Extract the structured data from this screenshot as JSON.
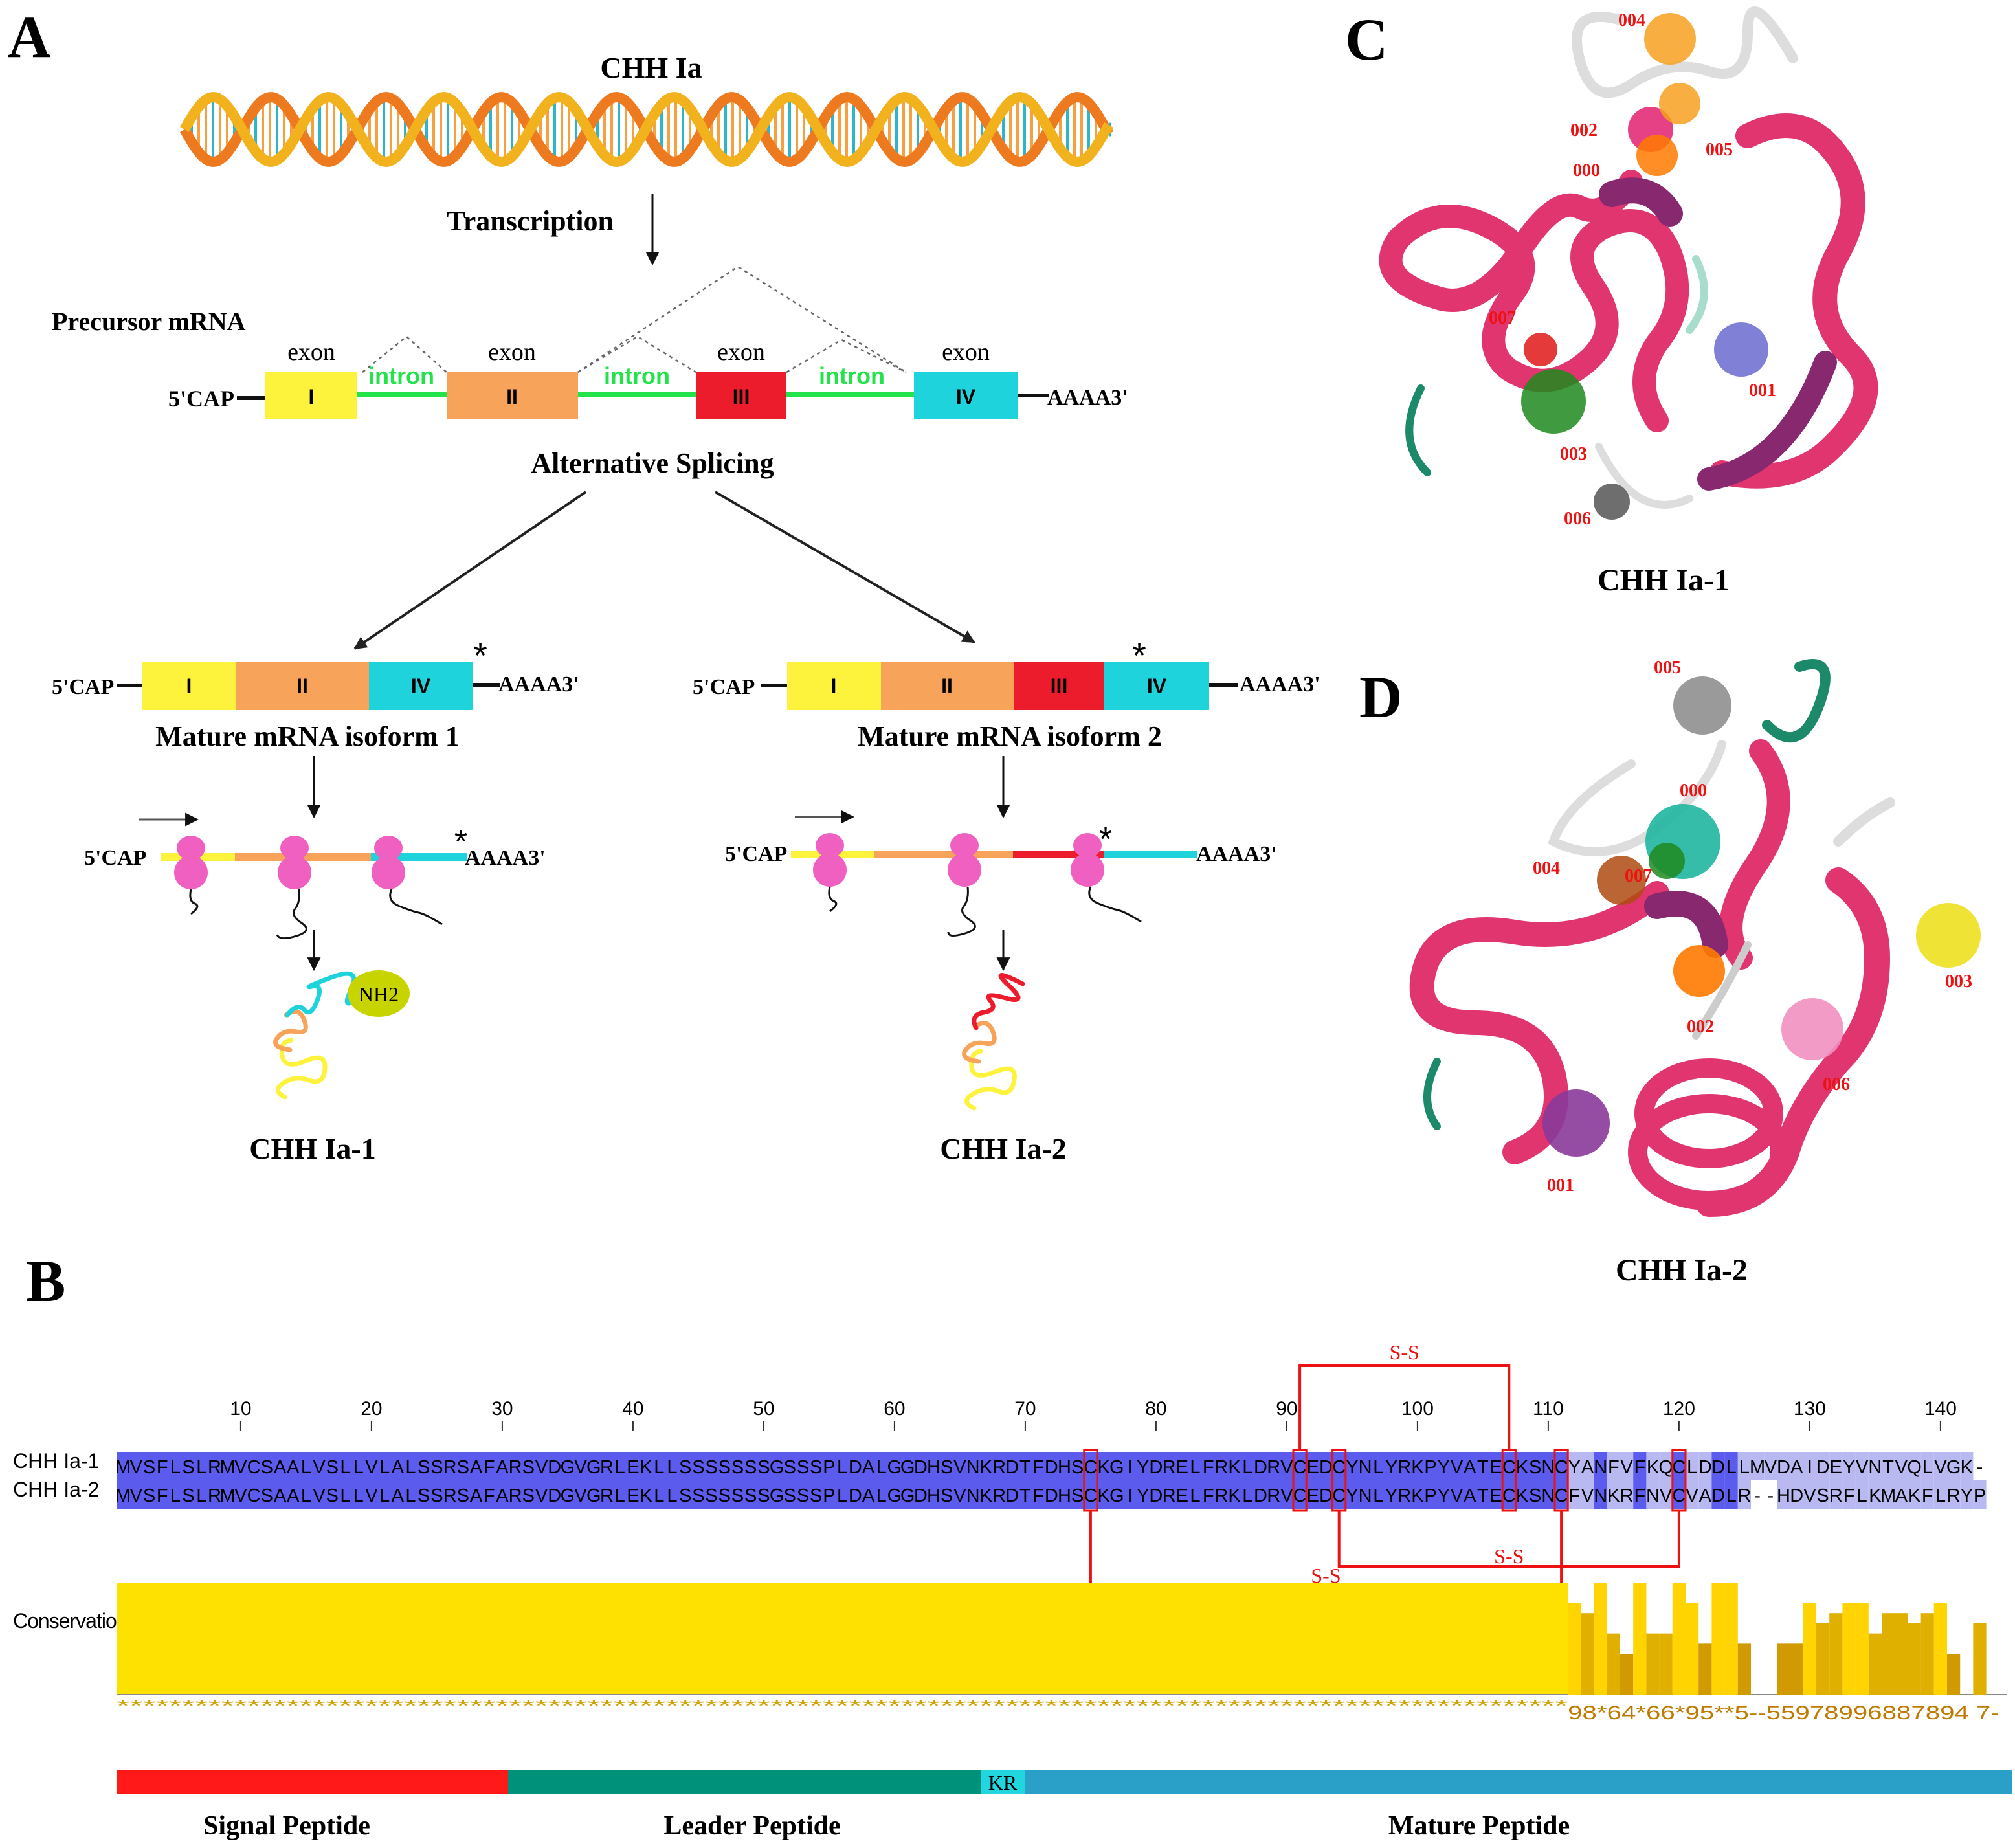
{
  "panel_labels": {
    "a": "A",
    "b": "B",
    "c": "C",
    "d": "D"
  },
  "panel_a": {
    "gene_title": "CHH Ia",
    "transcription_label": "Transcription",
    "precursor_label": "Precursor mRNA",
    "five_cap": "5'CAP",
    "polya": "AAAA3'",
    "exon_word": "exon",
    "intron_word": "intron",
    "exons": [
      "I",
      "II",
      "III",
      "IV"
    ],
    "splicing_label": "Alternative Splicing",
    "isoform1_label": "Mature mRNA isoform 1",
    "isoform2_label": "Mature mRNA isoform 2",
    "stop_mark": "*",
    "nh2_label": "NH2",
    "protein1_label": "CHH Ia-1",
    "protein2_label": "CHH Ia-2",
    "colors": {
      "exon_I": "#fdf23c",
      "exon_II": "#f7a35a",
      "exon_III": "#ec1c2c",
      "exon_IV": "#1fd3dc",
      "intron": "#22e34a",
      "ribosome": "#f060c0",
      "nh2": "#c8d400",
      "dna_yellow": "#f2b21e",
      "dna_orange": "#ee7a20"
    }
  },
  "panel_b": {
    "ruler": [
      "10",
      "20",
      "30",
      "40",
      "50",
      "60",
      "70",
      "80",
      "90",
      "100",
      "110",
      "120",
      "130",
      "140"
    ],
    "seq_names": [
      "CHH Ia-1",
      "CHH Ia-2"
    ],
    "seq_conserved": "MVSFLSLRMVCSAALVSLLVLALSSRSAFARSVDGVGRLEKLLSSSSSSSGSSSPLDALGGDHSVNKRDTFDHSCKGIYDRELFRKLDRVCEDCYNLYRKPYVATECKSNC",
    "seq1_tail": "YANFVFKQCLDDLLMVDAIDEYVNTVQLVGK-",
    "seq2_tail": "FVNKRFNVCVADLR--HDVSRFLKMAKFLRYP",
    "disulfide_label": "S-S",
    "conservation_label": "Conservation",
    "conservation_stars": "***************************************************************************************************************",
    "conservation_scores": "98*64*66*95**5--55978996887894 7-",
    "domains": [
      "Signal Peptide",
      "Leader Peptide",
      "KR",
      "Mature Peptide"
    ],
    "colors": {
      "seq_conserved": "#5b5bee",
      "seq_variable": "#b9b9f2",
      "disulfide": "#ee1111",
      "conservation": "#ffe100",
      "signal": "#ff1919",
      "leader": "#00917a",
      "kr": "#22d6df",
      "mature": "#2aa0c8"
    }
  },
  "panel_c": {
    "title": "CHH Ia-1",
    "pocket_labels": [
      "004",
      "002",
      "005",
      "000",
      "007",
      "001",
      "003",
      "006"
    ]
  },
  "panel_d": {
    "title": "CHH Ia-2",
    "pocket_labels": [
      "005",
      "000",
      "004",
      "007",
      "003",
      "002",
      "006",
      "001"
    ]
  }
}
